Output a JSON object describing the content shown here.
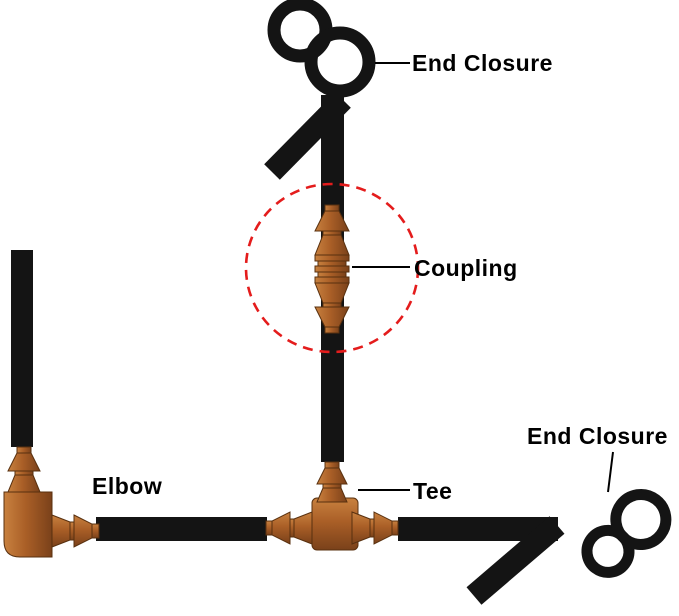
{
  "diagram": {
    "labels": {
      "end_closure_top": "End Closure",
      "coupling": "Coupling",
      "elbow": "Elbow",
      "tee": "Tee",
      "end_closure_bottom": "End Closure"
    },
    "colors": {
      "tube": "#141414",
      "fitting_light": "#c8813f",
      "fitting": "#aa5f27",
      "fitting_shadow": "#7a411a",
      "fitting_outline": "#58300f",
      "highlight": "#e41c1c",
      "text": "#000000",
      "background": "#ffffff"
    }
  }
}
